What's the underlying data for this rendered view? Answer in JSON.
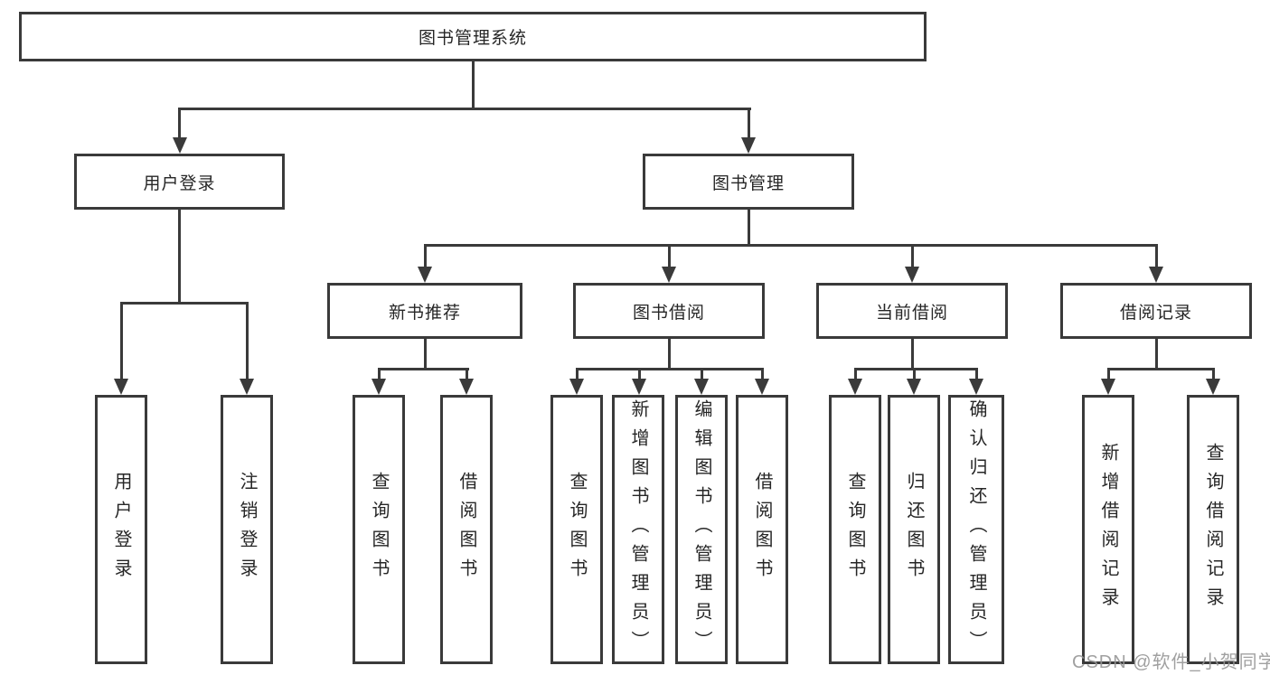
{
  "root": {
    "label": "图书管理系统"
  },
  "branches": {
    "user_login": {
      "label": "用户登录",
      "children": [
        {
          "label": "用户登录"
        },
        {
          "label": "注销登录"
        }
      ]
    },
    "book_mgmt": {
      "label": "图书管理",
      "groups": [
        {
          "label": "新书推荐",
          "children": [
            {
              "label": "查询图书"
            },
            {
              "label": "借阅图书"
            }
          ]
        },
        {
          "label": "图书借阅",
          "children": [
            {
              "label": "查询图书"
            },
            {
              "label": "新增图书（管理员）"
            },
            {
              "label": "编辑图书（管理员）"
            },
            {
              "label": "借阅图书"
            }
          ]
        },
        {
          "label": "当前借阅",
          "children": [
            {
              "label": "查询图书"
            },
            {
              "label": "归还图书"
            },
            {
              "label": "确认归还（管理员）"
            }
          ]
        },
        {
          "label": "借阅记录",
          "children": [
            {
              "label": "新增借阅记录"
            },
            {
              "label": "查询借阅记录"
            }
          ]
        }
      ]
    }
  },
  "watermark": {
    "text": "CSDN @软件_小贺同学"
  },
  "colors": {
    "line": "#3a3a3a",
    "text": "#262626",
    "background": "#ffffff",
    "watermark": "#969696"
  }
}
